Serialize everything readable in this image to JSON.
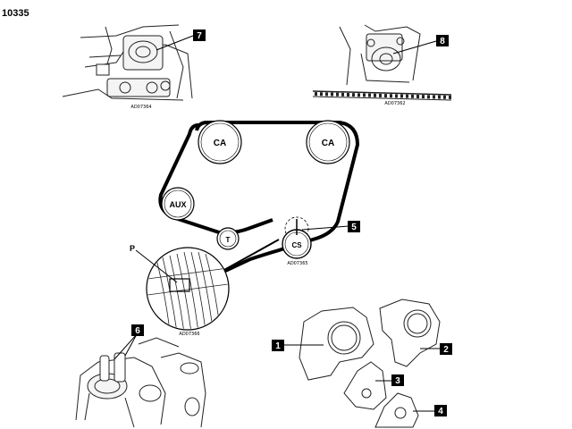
{
  "figure_code": "10335",
  "sub_figures": {
    "top_left": {
      "callout": "7",
      "ref_code": "AD07364"
    },
    "top_right": {
      "callout": "8",
      "ref_code": "AD07362"
    }
  },
  "belt_diagram": {
    "pulleys": {
      "cam_left": "CA",
      "cam_right": "CA",
      "auxiliary": "AUX",
      "tensioner": "T",
      "crankshaft": "CS"
    },
    "crank_callout": "5",
    "ref_code": "AD07365",
    "detail_label": "P",
    "detail_ref_code": "AD07366"
  },
  "bottom_left": {
    "callout": "6"
  },
  "bottom_right": {
    "callouts": [
      "1",
      "2",
      "3",
      "4"
    ]
  }
}
